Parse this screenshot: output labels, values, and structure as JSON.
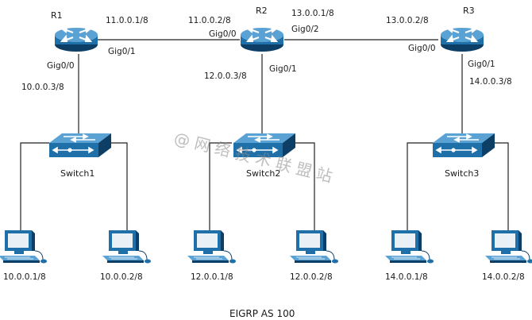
{
  "routers": {
    "r1": {
      "name": "R1"
    },
    "r2": {
      "name": "R2"
    },
    "r3": {
      "name": "R3"
    }
  },
  "switches": {
    "s1": {
      "name": "Switch1"
    },
    "s2": {
      "name": "Switch2"
    },
    "s3": {
      "name": "Switch3"
    }
  },
  "interfaces": {
    "r1_gig00": "Gig0/0",
    "r1_gig01": "Gig0/1",
    "r2_gig00": "Gig0/0",
    "r2_gig01": "Gig0/1",
    "r2_gig02": "Gig0/2",
    "r3_gig00": "Gig0/0",
    "r3_gig01": "Gig0/1"
  },
  "addresses": {
    "r1_gig01": "11.0.0.1/8",
    "r2_gig00": "11.0.0.2/8",
    "r2_gig02": "13.0.0.1/8",
    "r3_gig00": "13.0.0.2/8",
    "r1_gig00": "10.0.0.3/8",
    "r2_gig01": "12.0.0.3/8",
    "r3_gig01": "14.0.0.3/8"
  },
  "pcs": {
    "pc1": "10.0.0.1/8",
    "pc2": "10.0.0.2/8",
    "pc3": "12.0.0.1/8",
    "pc4": "12.0.0.2/8",
    "pc5": "14.0.0.1/8",
    "pc6": "14.0.0.2/8"
  },
  "watermark": "@ 网 络 技 术 联 盟 站",
  "caption": "EIGRP AS 100",
  "colors": {
    "device_blue": "#1f6fa8",
    "device_dark": "#0d3f66",
    "device_light": "#5aa2d4"
  }
}
